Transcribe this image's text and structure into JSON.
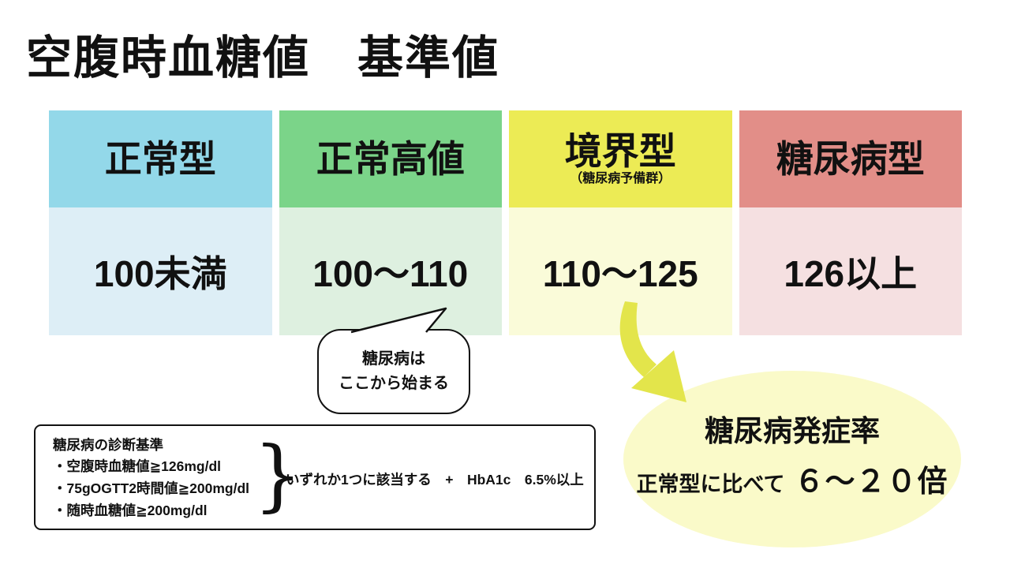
{
  "title": "空腹時血糖値　基準値",
  "table": {
    "columns": [
      {
        "label": "正常型",
        "sublabel": "",
        "value": "100未満",
        "header_color": "#93d8e9",
        "body_color": "#ddeef6"
      },
      {
        "label": "正常高値",
        "sublabel": "",
        "value": "100〜110",
        "header_color": "#7bd489",
        "body_color": "#def0e0"
      },
      {
        "label": "境界型",
        "sublabel": "（糖尿病予備群）",
        "value": "110〜125",
        "header_color": "#eceb55",
        "body_color": "#fafbd9"
      },
      {
        "label": "糖尿病型",
        "sublabel": "",
        "value": "126以上",
        "header_color": "#e28e88",
        "body_color": "#f5e0e1"
      }
    ]
  },
  "speech_bubble": {
    "line1": "糖尿病は",
    "line2": "ここから始まる"
  },
  "highlight": {
    "line1": "糖尿病発症率",
    "line2_prefix": "正常型に比べて",
    "line2_value": "６〜２０倍",
    "ellipse_color": "#fafac9",
    "arrow_color": "#e3e54b"
  },
  "criteria_box": {
    "title": "糖尿病の診断基準",
    "items": [
      "・空腹時血糖値≧126mg/dl",
      "・75gOGTT2時間値≧200mg/dl",
      "・随時血糖値≧200mg/dl"
    ],
    "brace": "}",
    "condition": "いずれか1つに該当する　+　HbA1c　6.5%以上"
  }
}
